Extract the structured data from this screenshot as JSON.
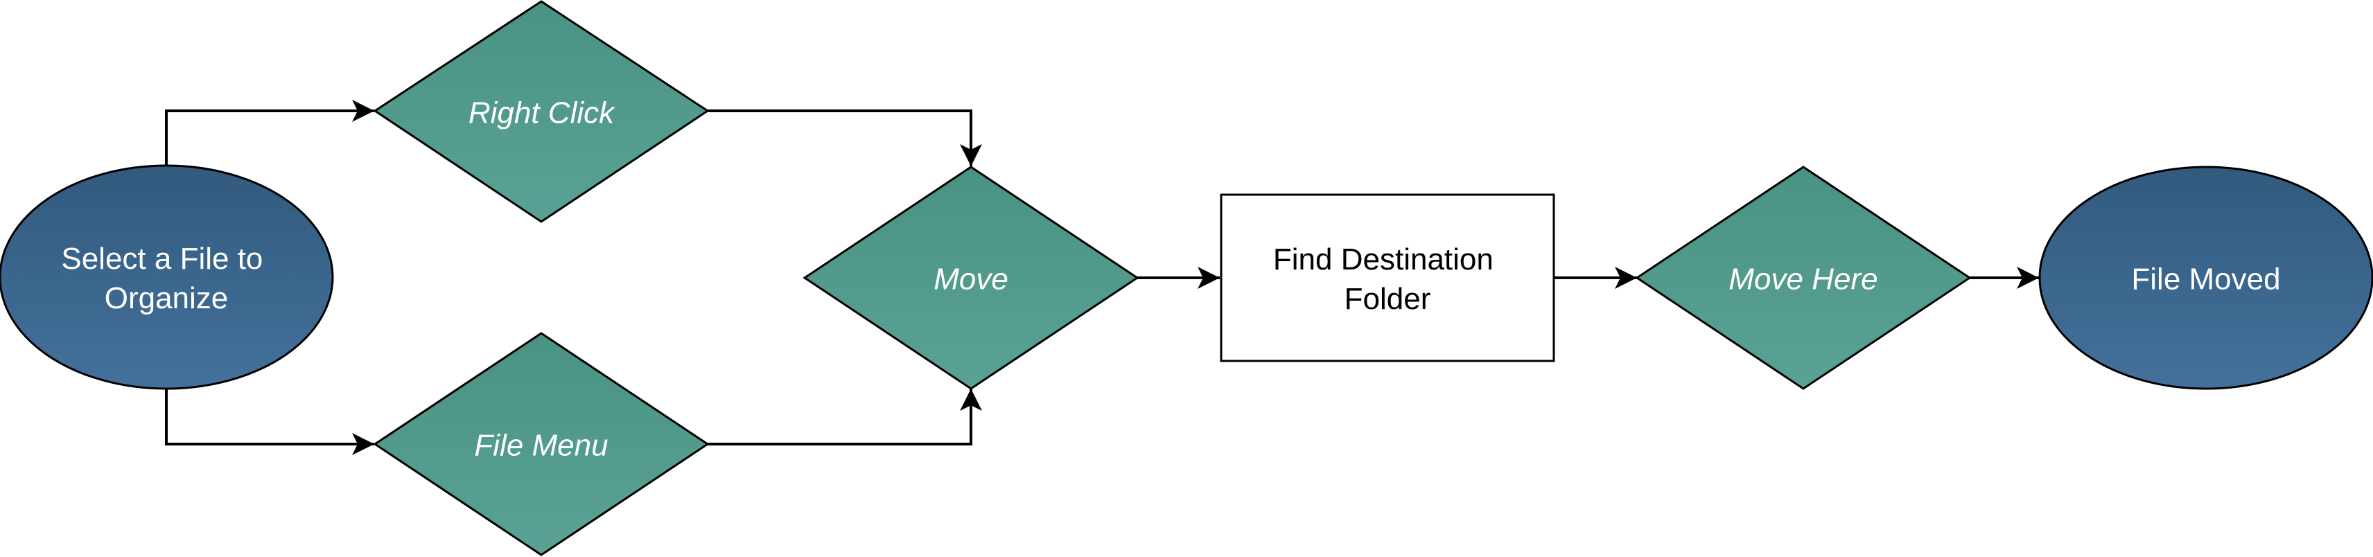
{
  "colors": {
    "ellipse_fill_top": "#325a7e",
    "ellipse_fill_bottom": "#43719b",
    "diamond_fill_top": "#4a9283",
    "diamond_fill_bottom": "#59a295",
    "stroke": "#000000",
    "text_light": "#ffffff",
    "text_dark": "#000000",
    "box_fill": "#ffffff"
  },
  "nodes": {
    "start": {
      "shape": "ellipse",
      "lines": [
        "Select a File to",
        "Organize"
      ]
    },
    "right_click": {
      "shape": "diamond",
      "lines": [
        "Right Click"
      ]
    },
    "file_menu": {
      "shape": "diamond",
      "lines": [
        "File Menu"
      ]
    },
    "move": {
      "shape": "diamond",
      "lines": [
        "Move"
      ]
    },
    "find_destination": {
      "shape": "rectangle",
      "lines": [
        "Find Destination",
        "Folder"
      ]
    },
    "move_here": {
      "shape": "diamond",
      "lines": [
        "Move Here"
      ]
    },
    "end": {
      "shape": "ellipse",
      "lines": [
        "File Moved"
      ]
    }
  },
  "edges": [
    {
      "from": "start",
      "to": "right_click"
    },
    {
      "from": "start",
      "to": "file_menu"
    },
    {
      "from": "right_click",
      "to": "move"
    },
    {
      "from": "file_menu",
      "to": "move"
    },
    {
      "from": "move",
      "to": "find_destination"
    },
    {
      "from": "find_destination",
      "to": "move_here"
    },
    {
      "from": "move_here",
      "to": "end"
    }
  ]
}
